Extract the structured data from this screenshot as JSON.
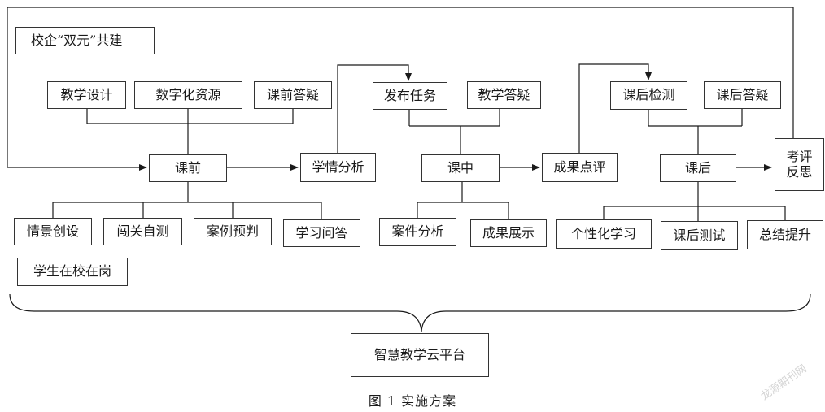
{
  "diagram": {
    "top_label": "校企“双元”共建",
    "bottom_label": "学生在校在岗",
    "pre_class": {
      "inputs": [
        "教学设计",
        "数字化资源",
        "课前答疑"
      ],
      "hub": "课前",
      "outputs": [
        "情景创设",
        "闯关自测",
        "案例预判",
        "学习问答"
      ]
    },
    "analysis": "学情分析",
    "in_class": {
      "inputs": [
        "发布任务",
        "教学答疑"
      ],
      "hub": "课中",
      "outputs": [
        "案件分析",
        "成果展示"
      ]
    },
    "review": "成果点评",
    "post_class": {
      "inputs": [
        "课后检测",
        "课后答疑"
      ],
      "hub": "课后",
      "outputs": [
        "个性化学习",
        "课后测试",
        "总结提升"
      ]
    },
    "reflection": "考评\n反思",
    "platform": "智慧教学云平台"
  },
  "caption": "图 1    实施方案",
  "watermark": "龙源期刊网"
}
